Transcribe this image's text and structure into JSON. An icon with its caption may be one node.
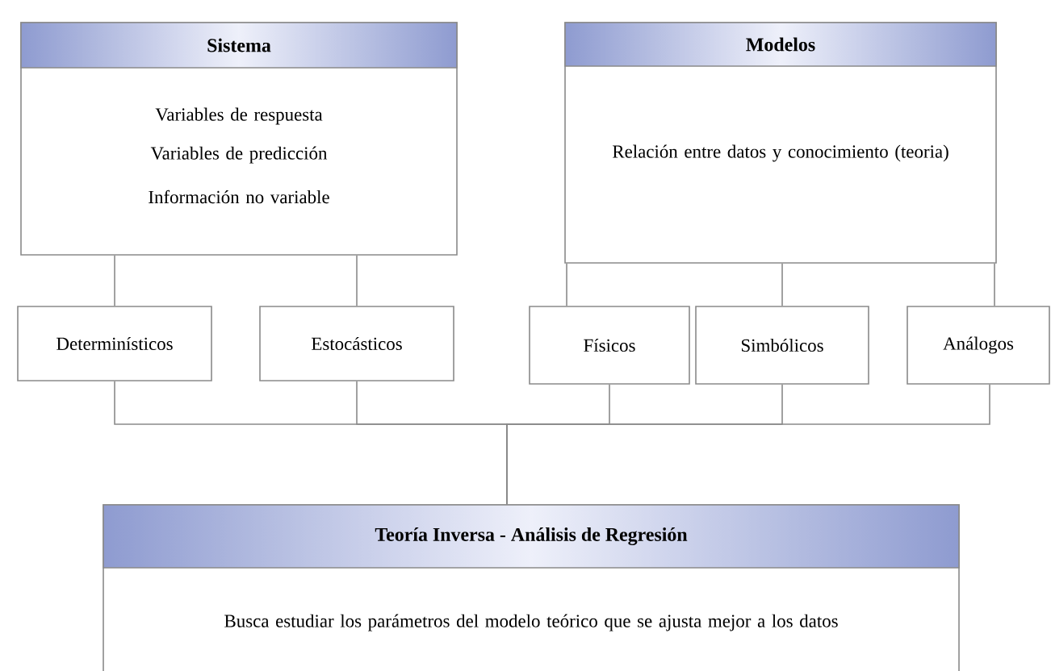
{
  "diagram": {
    "nodes": [
      {
        "text": [
          "Sistema",
          "Variables de respuesta",
          "Variables de predicción",
          "Información no variable"
        ]
      },
      {
        "text": [
          "Modelos",
          "Relación entre datos y conocimiento (teoria)"
        ]
      },
      {
        "text": [
          "Determinísticos"
        ]
      },
      {
        "text": [
          "Estocásticos"
        ]
      },
      {
        "text": [
          "Físicos"
        ]
      },
      {
        "text": [
          "Simbólicos"
        ]
      },
      {
        "text": [
          "Análogos"
        ]
      },
      {
        "text": [
          "Teoría Inversa - Análisis de Regresión",
          "Busca estudiar los parámetros del modelo teórico que se ajusta mejor a los datos"
        ]
      }
    ],
    "edges": [
      {
        "from": 0,
        "to": 2,
        "arrow": "none"
      },
      {
        "from": 0,
        "to": 3,
        "arrow": "none"
      },
      {
        "from": 1,
        "to": 4,
        "arrow": "none"
      },
      {
        "from": 1,
        "to": 5,
        "arrow": "none"
      },
      {
        "from": 1,
        "to": 6,
        "arrow": "none"
      },
      {
        "from": 2,
        "to": 7,
        "arrow": "none"
      },
      {
        "from": 3,
        "to": 7,
        "arrow": "none"
      },
      {
        "from": 4,
        "to": 7,
        "arrow": "none"
      },
      {
        "from": 5,
        "to": 7,
        "arrow": "none"
      },
      {
        "from": 6,
        "to": 7,
        "arrow": "none"
      }
    ]
  }
}
